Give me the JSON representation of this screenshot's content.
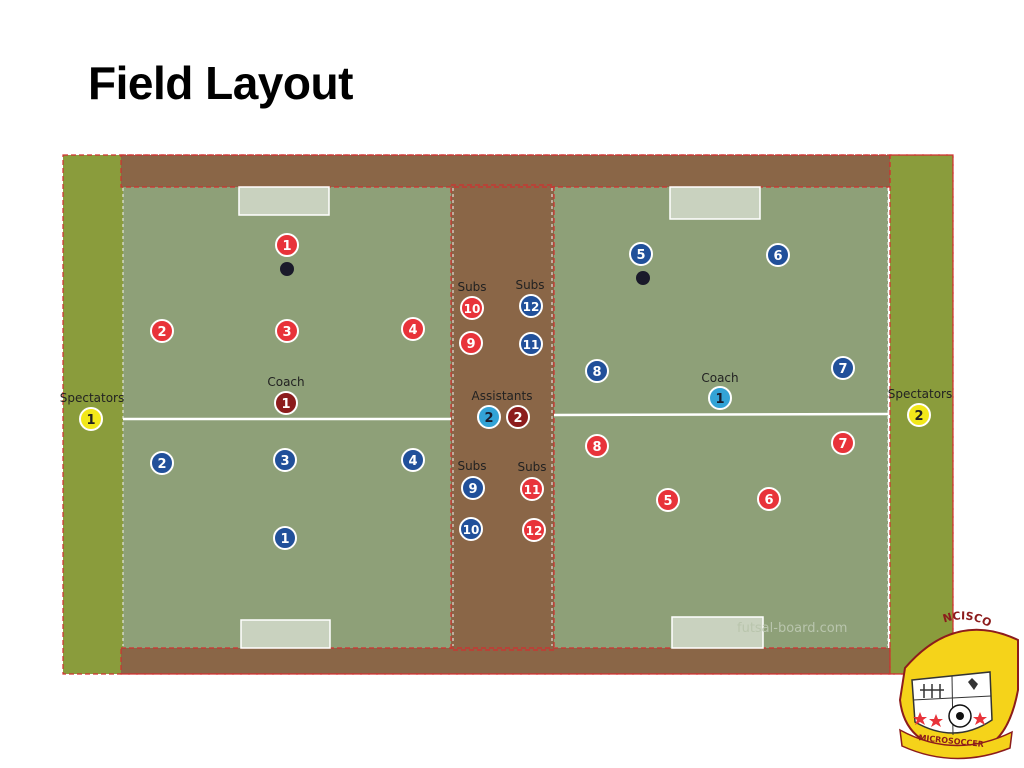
{
  "title": "Field Layout",
  "colors": {
    "red_team": "#e8333a",
    "blue_team": "#21509a",
    "coach_red": "#8c1c1c",
    "coach_blue": "#33a3d6",
    "spectator": "#f2e81a",
    "grass": "#8ea078",
    "dirt": "#8a6647",
    "sideline_green": "#8a9c3c",
    "ball": "#1a1a2a"
  },
  "left_spectators": {
    "label": "Spectators",
    "number": "1"
  },
  "right_spectators": {
    "label": "Spectators",
    "number": "2"
  },
  "left_field": {
    "red_players": [
      "1",
      "2",
      "3",
      "4"
    ],
    "blue_players": [
      "2",
      "3",
      "4",
      "1"
    ],
    "coach_label": "Coach",
    "coach_number": "1"
  },
  "right_field": {
    "blue_players": [
      "5",
      "6",
      "8",
      "7"
    ],
    "red_players": [
      "8",
      "7",
      "5",
      "6"
    ],
    "coach_label": "Coach",
    "coach_number": "1"
  },
  "center": {
    "subs_top_left_label": "Subs",
    "subs_top_right_label": "Subs",
    "subs_top_left": [
      "10",
      "9"
    ],
    "subs_top_right": [
      "12",
      "11"
    ],
    "assistants_label": "Assistants",
    "assistants": [
      "2",
      "2"
    ],
    "subs_bottom_left_label": "Subs",
    "subs_bottom_right_label": "Subs",
    "subs_bottom_left": [
      "9",
      "10"
    ],
    "subs_bottom_right": [
      "11",
      "12"
    ]
  },
  "watermark": "futsal-board.com",
  "logo": {
    "top_text": "NCISCO",
    "bottom_text": "MICROSOCCER"
  }
}
